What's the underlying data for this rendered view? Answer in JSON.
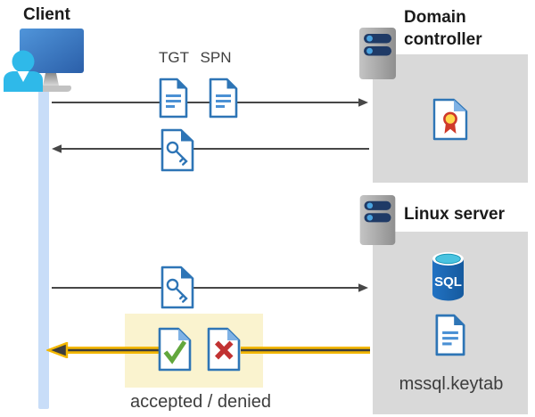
{
  "diagram": {
    "client": {
      "label": "Client"
    },
    "domain_controller": {
      "label": "Domain controller"
    },
    "linux_server": {
      "label": "Linux server",
      "database_label": "SQL",
      "keytab_label": "mssql.keytab"
    },
    "tickets": {
      "tgt_label": "TGT",
      "spn_label": "SPN"
    },
    "response": {
      "label": "accepted / denied"
    }
  },
  "colors": {
    "doc_border_blue": "#2e75b6",
    "doc_line_blue": "#4a90d4",
    "doc_fold_light": "#7fb2e5",
    "arrow_gray": "#474747",
    "label_gray": "#404040",
    "title_black": "#1b1b1b",
    "box_gray": "#d9d9d9",
    "highlight_yellow_bg": "#faf3cf",
    "highlight_arrow_gold": "#f3b700",
    "timeline_blue": "#c8ddf8",
    "person_cyan": "#2fb9e9",
    "server_bar_navy": "#1f3a66",
    "server_dot_blue": "#4aa3e0",
    "sql_body_blue": "#1b6ec2",
    "sql_top_cyan": "#49c3e0",
    "check_green": "#62a73c",
    "cross_red": "#c13232",
    "cert_gold": "#ffd84d",
    "cert_red": "#cf3a2a"
  }
}
